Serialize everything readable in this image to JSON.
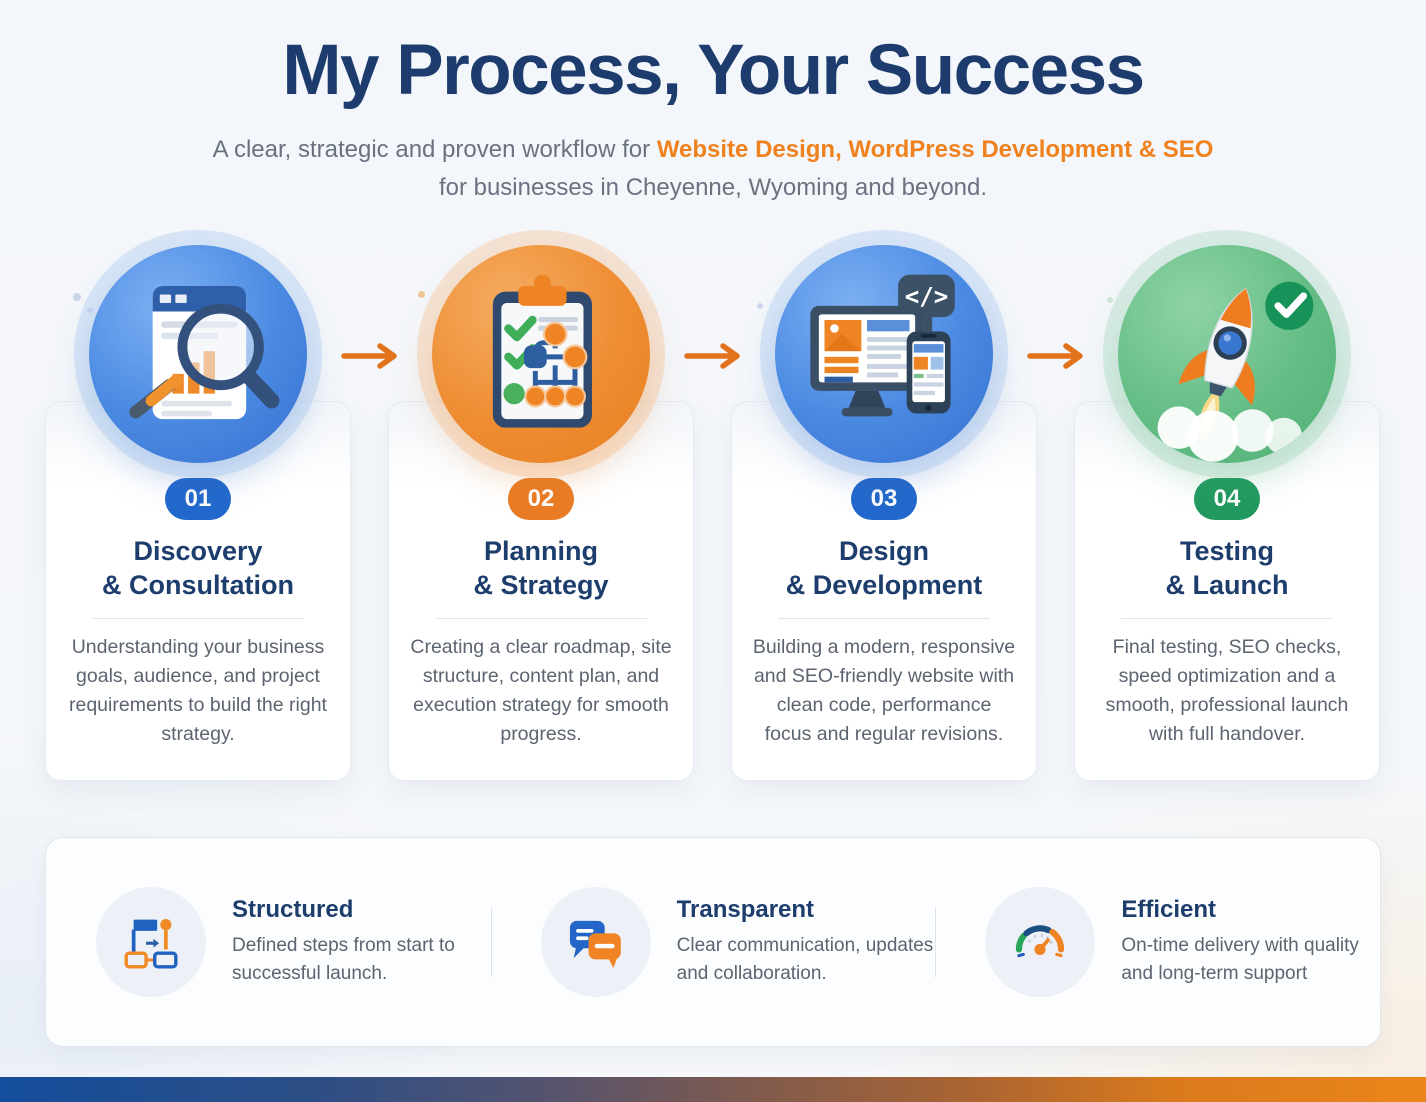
{
  "header": {
    "title": "My Process, Your Success",
    "subtitle_prefix": "A clear, strategic and proven workflow for ",
    "subtitle_highlight": "Website Design, WordPress Development & SEO",
    "subtitle_line2": "for businesses in Cheyenne, Wyoming and beyond."
  },
  "steps": [
    {
      "number": "01",
      "title_line1": "Discovery",
      "title_line2": "& Consultation",
      "description": "Understanding your business goals, audience, and project requirements to build the right strategy.",
      "accent_color": "#2368cc",
      "circle_color": "#4a89e2",
      "icon": "document-magnifier-icon"
    },
    {
      "number": "02",
      "title_line1": "Planning",
      "title_line2": "& Strategy",
      "description": "Creating a clear roadmap, site structure, content plan, and execution strategy for smooth progress.",
      "accent_color": "#e97c25",
      "circle_color": "#ee8d33",
      "icon": "clipboard-sitemap-icon"
    },
    {
      "number": "03",
      "title_line1": "Design",
      "title_line2": "& Development",
      "description": "Building a modern, responsive and SEO-friendly website with clean code, performance focus and regular revisions.",
      "accent_color": "#2368cc",
      "circle_color": "#4a89e2",
      "icon": "devices-code-icon",
      "code_glyph": "</>"
    },
    {
      "number": "04",
      "title_line1": "Testing",
      "title_line2": "& Launch",
      "description": "Final testing, SEO checks, speed optimization and a smooth, professional launch with full handover.",
      "accent_color": "#21995f",
      "circle_color": "#64bd85",
      "icon": "rocket-launch-icon"
    }
  ],
  "features": [
    {
      "title": "Structured",
      "description": "Defined steps from start to successful launch.",
      "icon": "flowchart-icon"
    },
    {
      "title": "Transparent",
      "description": "Clear communication, updates and collaboration.",
      "icon": "chat-bubbles-icon"
    },
    {
      "title": "Efficient",
      "description": "On-time delivery with quality and long-term support",
      "icon": "speedometer-icon"
    }
  ],
  "colors": {
    "title_navy": "#1d3c6d",
    "subtitle_gray": "#6a7280",
    "highlight_orange": "#ef821e",
    "body_gray": "#5b6470",
    "arrow_orange": "#e2731c",
    "footer_gradient_left": "#134d9b",
    "footer_gradient_right": "#ec8519"
  }
}
